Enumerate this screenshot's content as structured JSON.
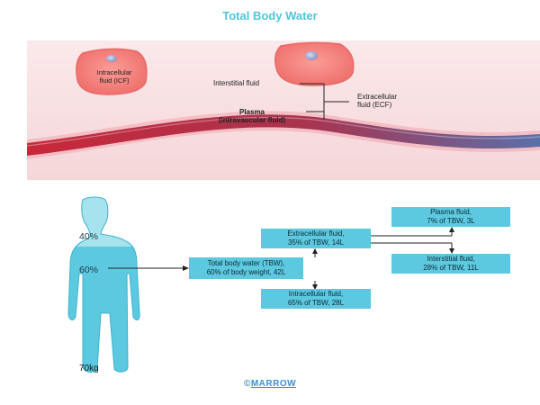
{
  "title": "Total Body Water",
  "top": {
    "icf_label_line1": "Intracellular",
    "icf_label_line2": "fluid (ICF)",
    "interstitial_label": "Interstitial fluid",
    "ecf_label_line1": "Extracellular",
    "ecf_label_line2": "fluid (ECF)",
    "plasma_label_line1": "Plasma",
    "plasma_label_line2": "(intravascular fluid)"
  },
  "body": {
    "upper_percent": "40%",
    "lower_percent": "60%",
    "weight": "70kg"
  },
  "flow": {
    "tbw": {
      "line1": "Total body water (TBW),",
      "line2": "60% of body weight, 42L"
    },
    "ecf": {
      "line1": "Extracellular fluid,",
      "line2": "35% of TBW, 14L"
    },
    "icf": {
      "line1": "Intracellular fluid,",
      "line2": "65% of TBW, 28L"
    },
    "plasma": {
      "line1": "Plasma fluid,",
      "line2": "7% of TBW, 3L"
    },
    "interstitial": {
      "line1": "Interstitial fluid,",
      "line2": "28% of TBW, 11L"
    }
  },
  "watermark": "MARROW",
  "brand": {
    "symbol": "©",
    "name": "MARROW"
  },
  "colors": {
    "title": "#4cc6de",
    "box_fill": "#5cc9e0",
    "body_fill": "#5cc9e0",
    "body_upper_fill": "#a6e3ef",
    "vessel_red": "#c8283a",
    "vessel_blue": "#5a6fa8",
    "tissue_pink": "#f7dde0"
  }
}
